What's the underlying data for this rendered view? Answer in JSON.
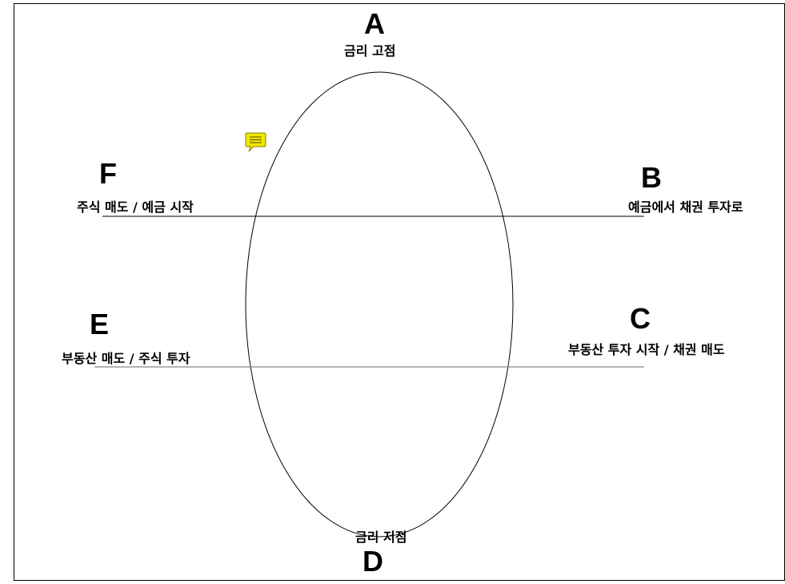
{
  "points": {
    "A": {
      "letter": "A",
      "label": "금리 고점"
    },
    "B": {
      "letter": "B",
      "label": "예금에서 채권 투자로"
    },
    "C": {
      "letter": "C",
      "label": "부동산 투자 시작 / 채권 매도"
    },
    "D": {
      "letter": "D",
      "label": "금리 저점"
    },
    "E": {
      "letter": "E",
      "label": "부동산 매도 / 주식 투자"
    },
    "F": {
      "letter": "F",
      "label": "주식 매도 / 예금 시작"
    }
  },
  "colors": {
    "stroke": "#000000",
    "lower_line": "#888888",
    "comment_fill": "#f2e600",
    "comment_stroke": "#8a7f00"
  },
  "icons": {
    "comment": "comment-icon"
  }
}
